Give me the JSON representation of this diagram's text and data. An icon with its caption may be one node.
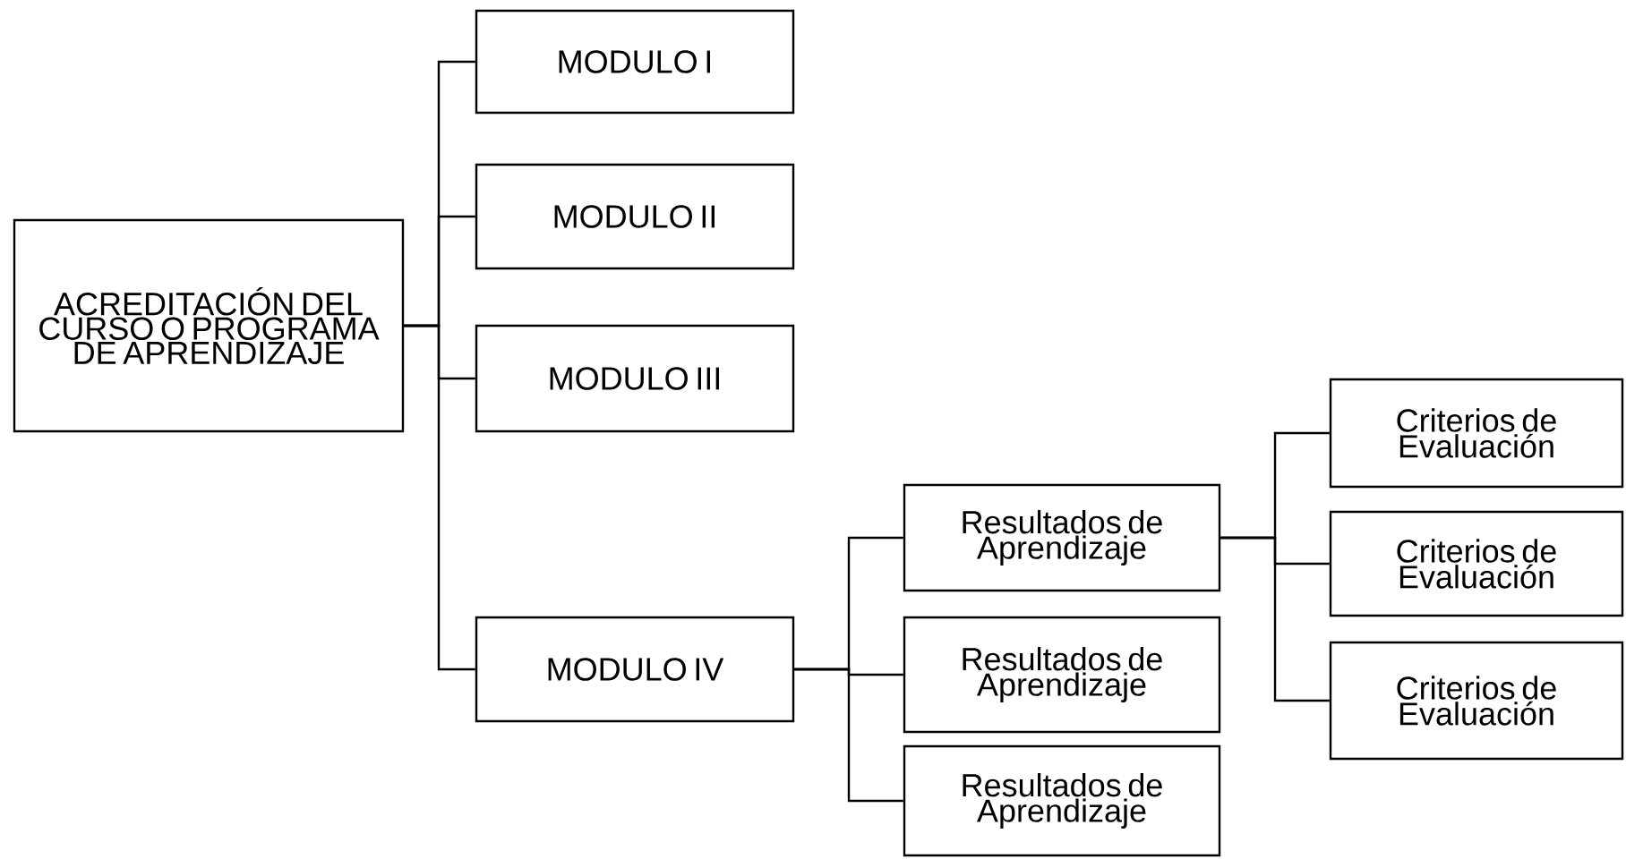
{
  "diagram": {
    "nodes": [
      {
        "text": [
          "ACREDITACIÓN DEL CURSO O PROGRAMA DE APRENDIZAJE"
        ]
      },
      {
        "text": [
          "MODULO I"
        ]
      },
      {
        "text": [
          "MODULO II"
        ]
      },
      {
        "text": [
          "MODULO III"
        ]
      },
      {
        "text": [
          "MODULO IV"
        ]
      },
      {
        "text": [
          "Resultados de Aprendizaje"
        ]
      },
      {
        "text": [
          "Resultados de Aprendizaje"
        ]
      },
      {
        "text": [
          "Resultados de Aprendizaje"
        ]
      },
      {
        "text": [
          "Criterios de Evaluación"
        ]
      },
      {
        "text": [
          "Criterios de Evaluación"
        ]
      },
      {
        "text": [
          "Criterios de Evaluación"
        ]
      }
    ],
    "edges": [
      {
        "from": 0,
        "to": 1,
        "arrow": "none"
      },
      {
        "from": 0,
        "to": 2,
        "arrow": "none"
      },
      {
        "from": 0,
        "to": 3,
        "arrow": "none"
      },
      {
        "from": 0,
        "to": 4,
        "arrow": "none"
      },
      {
        "from": 4,
        "to": 5,
        "arrow": "none"
      },
      {
        "from": 4,
        "to": 6,
        "arrow": "none"
      },
      {
        "from": 4,
        "to": 7,
        "arrow": "none"
      },
      {
        "from": 5,
        "to": 8,
        "arrow": "none"
      },
      {
        "from": 5,
        "to": 9,
        "arrow": "none"
      },
      {
        "from": 5,
        "to": 10,
        "arrow": "none"
      }
    ]
  }
}
